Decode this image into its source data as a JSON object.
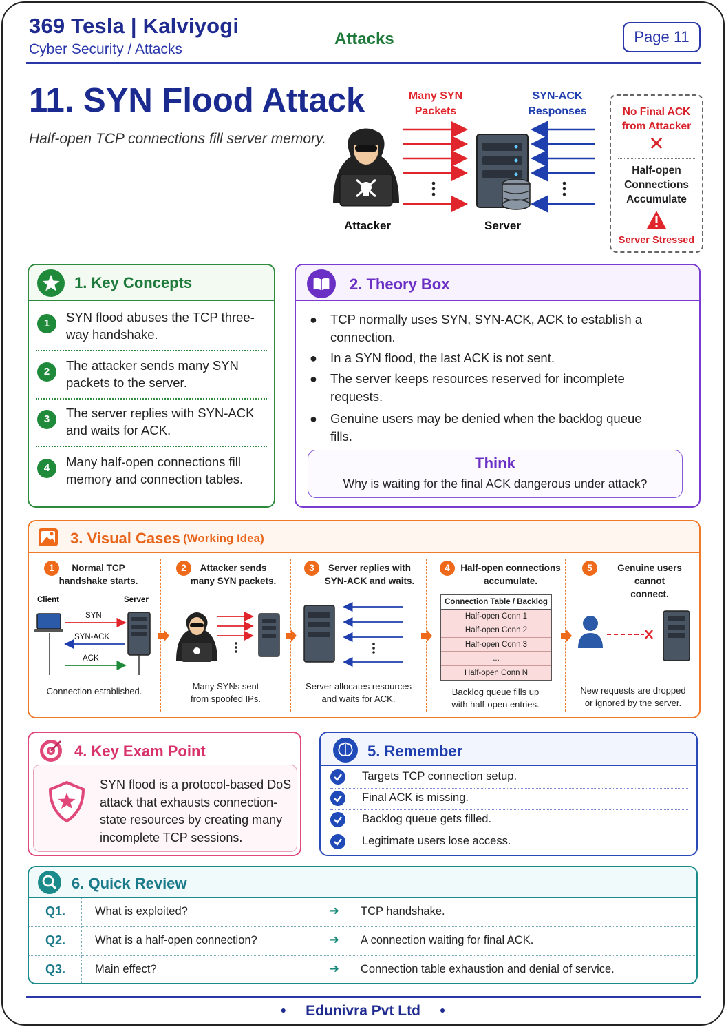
{
  "header": {
    "brand": "369 Tesla | Kalviyogi",
    "breadcrumb": "Cyber Security / Attacks",
    "section": "Attacks",
    "page": "Page 11"
  },
  "title": "11. SYN Flood Attack",
  "subtitle": "Half-open TCP connections fill server memory.",
  "hero": {
    "syn_label_1": "Many SYN",
    "syn_label_2": "Packets",
    "synack_label_1": "SYN-ACK",
    "synack_label_2": "Responses",
    "attacker": "Attacker",
    "server": "Server",
    "no_ack_1": "No Final ACK",
    "no_ack_2": "from Attacker",
    "half_open_1": "Half-open",
    "half_open_2": "Connections",
    "half_open_3": "Accumulate",
    "stressed": "Server Stressed",
    "colors": {
      "red": "#e0262c",
      "blue": "#1f3fae"
    }
  },
  "key_concepts": {
    "title": "1. Key Concepts",
    "items": [
      {
        "num": "1",
        "text": "SYN flood abuses the TCP three-way handshake."
      },
      {
        "num": "2",
        "text": "The attacker sends many SYN packets to the server."
      },
      {
        "num": "3",
        "text": "The server replies with SYN-ACK and waits for ACK."
      },
      {
        "num": "4",
        "text": "Many half-open connections fill memory and connection tables."
      }
    ]
  },
  "theory": {
    "title": "2. Theory Box",
    "bullets": [
      "TCP normally uses SYN, SYN-ACK, ACK to establish a connection.",
      "In a SYN flood, the last ACK is not sent.",
      "The server keeps resources reserved for incomplete requests.",
      "Genuine users may be denied when the backlog queue fills."
    ],
    "think_title": "Think",
    "think_question": "Why is waiting for the final ACK dangerous under attack?"
  },
  "visual_cases": {
    "title": "3. Visual Cases",
    "subtitle": "(Working Idea)",
    "cases": [
      {
        "num": "1",
        "head_1": "Normal TCP",
        "head_2": "handshake starts.",
        "foot_1": "Connection established.",
        "foot_2": ""
      },
      {
        "num": "2",
        "head_1": "Attacker sends",
        "head_2": "many SYN packets.",
        "foot_1": "Many SYNs sent",
        "foot_2": "from spoofed IPs."
      },
      {
        "num": "3",
        "head_1": "Server replies with",
        "head_2": "SYN-ACK and waits.",
        "foot_1": "Server allocates resources",
        "foot_2": "and waits for ACK."
      },
      {
        "num": "4",
        "head_1": "Half-open connections",
        "head_2": "accumulate.",
        "foot_1": "Backlog queue fills up",
        "foot_2": "with half-open entries."
      },
      {
        "num": "5",
        "head_1": "Genuine users cannot",
        "head_2": "connect.",
        "foot_1": "New requests are dropped",
        "foot_2": "or ignored by the server."
      }
    ],
    "handshake": {
      "client": "Client",
      "server": "Server",
      "syn": "SYN",
      "synack": "SYN-ACK",
      "ack": "ACK"
    },
    "table": {
      "header": "Connection Table / Backlog",
      "rows": [
        "Half-open Conn 1",
        "Half-open Conn 2",
        "Half-open Conn 3",
        "...",
        "Half-open Conn N"
      ]
    }
  },
  "exam_point": {
    "title": "4. Key Exam Point",
    "text": "SYN flood is a protocol-based DoS attack that exhausts connection-state resources by creating many incomplete TCP sessions."
  },
  "remember": {
    "title": "5. Remember",
    "items": [
      "Targets TCP connection setup.",
      "Final ACK is missing.",
      "Backlog queue gets filled.",
      "Legitimate users lose access."
    ]
  },
  "quick_review": {
    "title": "6. Quick Review",
    "rows": [
      {
        "q": "Q1.",
        "question": "What is exploited?",
        "answer": "TCP handshake."
      },
      {
        "q": "Q2.",
        "question": "What is a half-open connection?",
        "answer": "A connection waiting for final ACK."
      },
      {
        "q": "Q3.",
        "question": "Main effect?",
        "answer": "Connection table exhaustion and denial of service."
      }
    ]
  },
  "footer": {
    "company": "Edunivra Pvt Ltd"
  }
}
